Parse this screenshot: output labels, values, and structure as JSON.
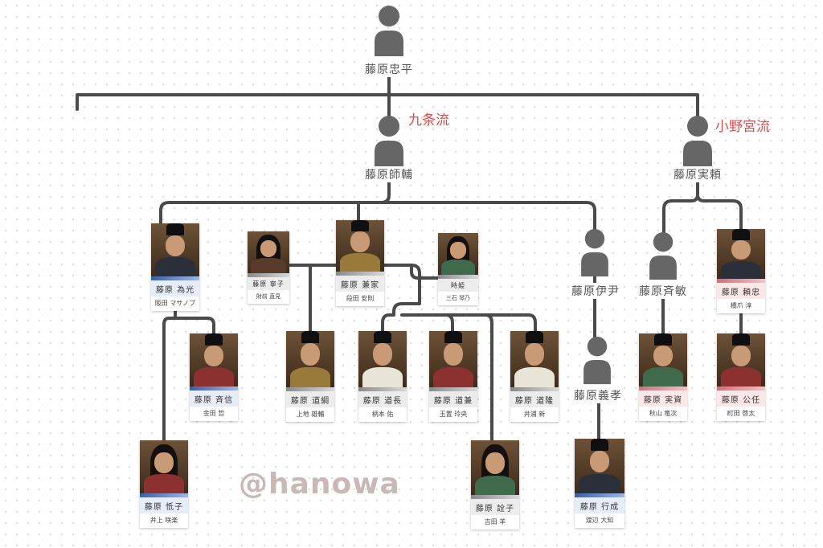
{
  "people": {
    "tadahira": "藤原忠平",
    "morosuke": "藤原師輔",
    "saneyori": "藤原実頼",
    "koretada": "藤原伊尹",
    "tadatoshi": "藤原斉敏",
    "yoshitaka": "藤原義孝"
  },
  "branches": {
    "kujo": "九条流",
    "onomiya": "小野宮流"
  },
  "cards": {
    "tamemitsu": {
      "role": "藤原 為光",
      "actor": "阪田 マサノブ"
    },
    "kaneie": {
      "role": "藤原 兼家",
      "actor": "段田 安則"
    },
    "neiko": {
      "role": "藤原 寧子",
      "actor": "財前 直見"
    },
    "tokihime": {
      "role": "時姫",
      "actor": "三石 琴乃"
    },
    "yoritada": {
      "role": "藤原 頼忠",
      "actor": "橋爪 淳"
    },
    "tadanobu": {
      "role": "藤原 斉信",
      "actor": "金田 哲"
    },
    "michitsuna": {
      "role": "藤原 道綱",
      "actor": "上地 雄輔"
    },
    "michinaga": {
      "role": "藤原 道長",
      "actor": "柄本 佑"
    },
    "michikane": {
      "role": "藤原 道兼",
      "actor": "玉置 玲央"
    },
    "michitaka": {
      "role": "藤原 道隆",
      "actor": "井浦 新"
    },
    "sanesuke": {
      "role": "藤原 実資",
      "actor": "秋山 竜次"
    },
    "kinto": {
      "role": "藤原 公任",
      "actor": "町田 啓太"
    },
    "shishi": {
      "role": "藤原 忯子",
      "actor": "井上 咲楽"
    },
    "senshi": {
      "role": "藤原 詮子",
      "actor": "吉田 羊"
    },
    "yukinari": {
      "role": "藤原 行成",
      "actor": "渡辺 大知"
    }
  },
  "watermark": "@hanowa",
  "colors": {
    "line": "#4a4a4a",
    "branch_label": "#e04a4a",
    "icon": "#666666",
    "stripe_blue": "#3a5fa8",
    "stripe_gray": "#8a8a8a",
    "stripe_pink": "#d0707a"
  }
}
